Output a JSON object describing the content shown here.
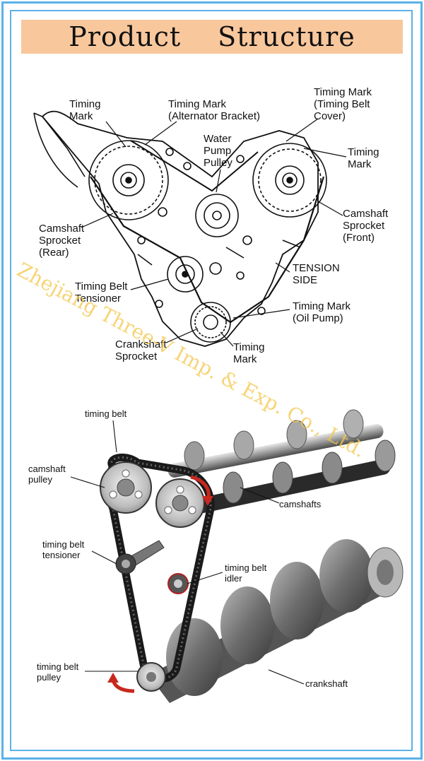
{
  "page": {
    "title_word_1": "Product",
    "title_word_2": "Structure",
    "watermark": "Zhejiang Three-V Imp. & Exp. Co., Ltd."
  },
  "upper_diagram": {
    "labels": {
      "timing_mark_left": [
        "Timing",
        "Mark"
      ],
      "timing_mark_alt": [
        "Timing Mark",
        "(Alternator Bracket)"
      ],
      "timing_mark_cover": [
        "Timing Mark",
        "(Timing Belt",
        "Cover)"
      ],
      "water_pump": [
        "Water",
        "Pump",
        "Pulley"
      ],
      "timing_mark_right": [
        "Timing",
        "Mark"
      ],
      "cam_rear": [
        "Camshaft",
        "Sprocket",
        "(Rear)"
      ],
      "cam_front": [
        "Camshaft",
        "Sprocket",
        "(Front)"
      ],
      "tension_side": [
        "TENSION",
        "SIDE"
      ],
      "tensioner": [
        "Timing Belt",
        "Tensioner"
      ],
      "oil_pump": [
        "Timing Mark",
        "(Oil Pump)"
      ],
      "crank_sprocket": [
        "Crankshaft",
        "Sprocket"
      ],
      "timing_mark_bottom": [
        "Timing",
        "Mark"
      ]
    }
  },
  "lower_diagram": {
    "labels": {
      "timing_belt": [
        "timing belt"
      ],
      "camshaft_pulley": [
        "camshaft",
        "pulley"
      ],
      "camshafts": [
        "camshafts"
      ],
      "tensioner": [
        "timing belt",
        "tensioner"
      ],
      "idler": [
        "timing belt",
        "idler"
      ],
      "belt_pulley": [
        "timing belt",
        "pulley"
      ],
      "crankshaft": [
        "crankshaft"
      ]
    }
  },
  "colors": {
    "frame": "#5ab2e8",
    "title_bg": "#f8c79c",
    "watermark": "#f4c64a",
    "arrow": "#c8281e"
  }
}
